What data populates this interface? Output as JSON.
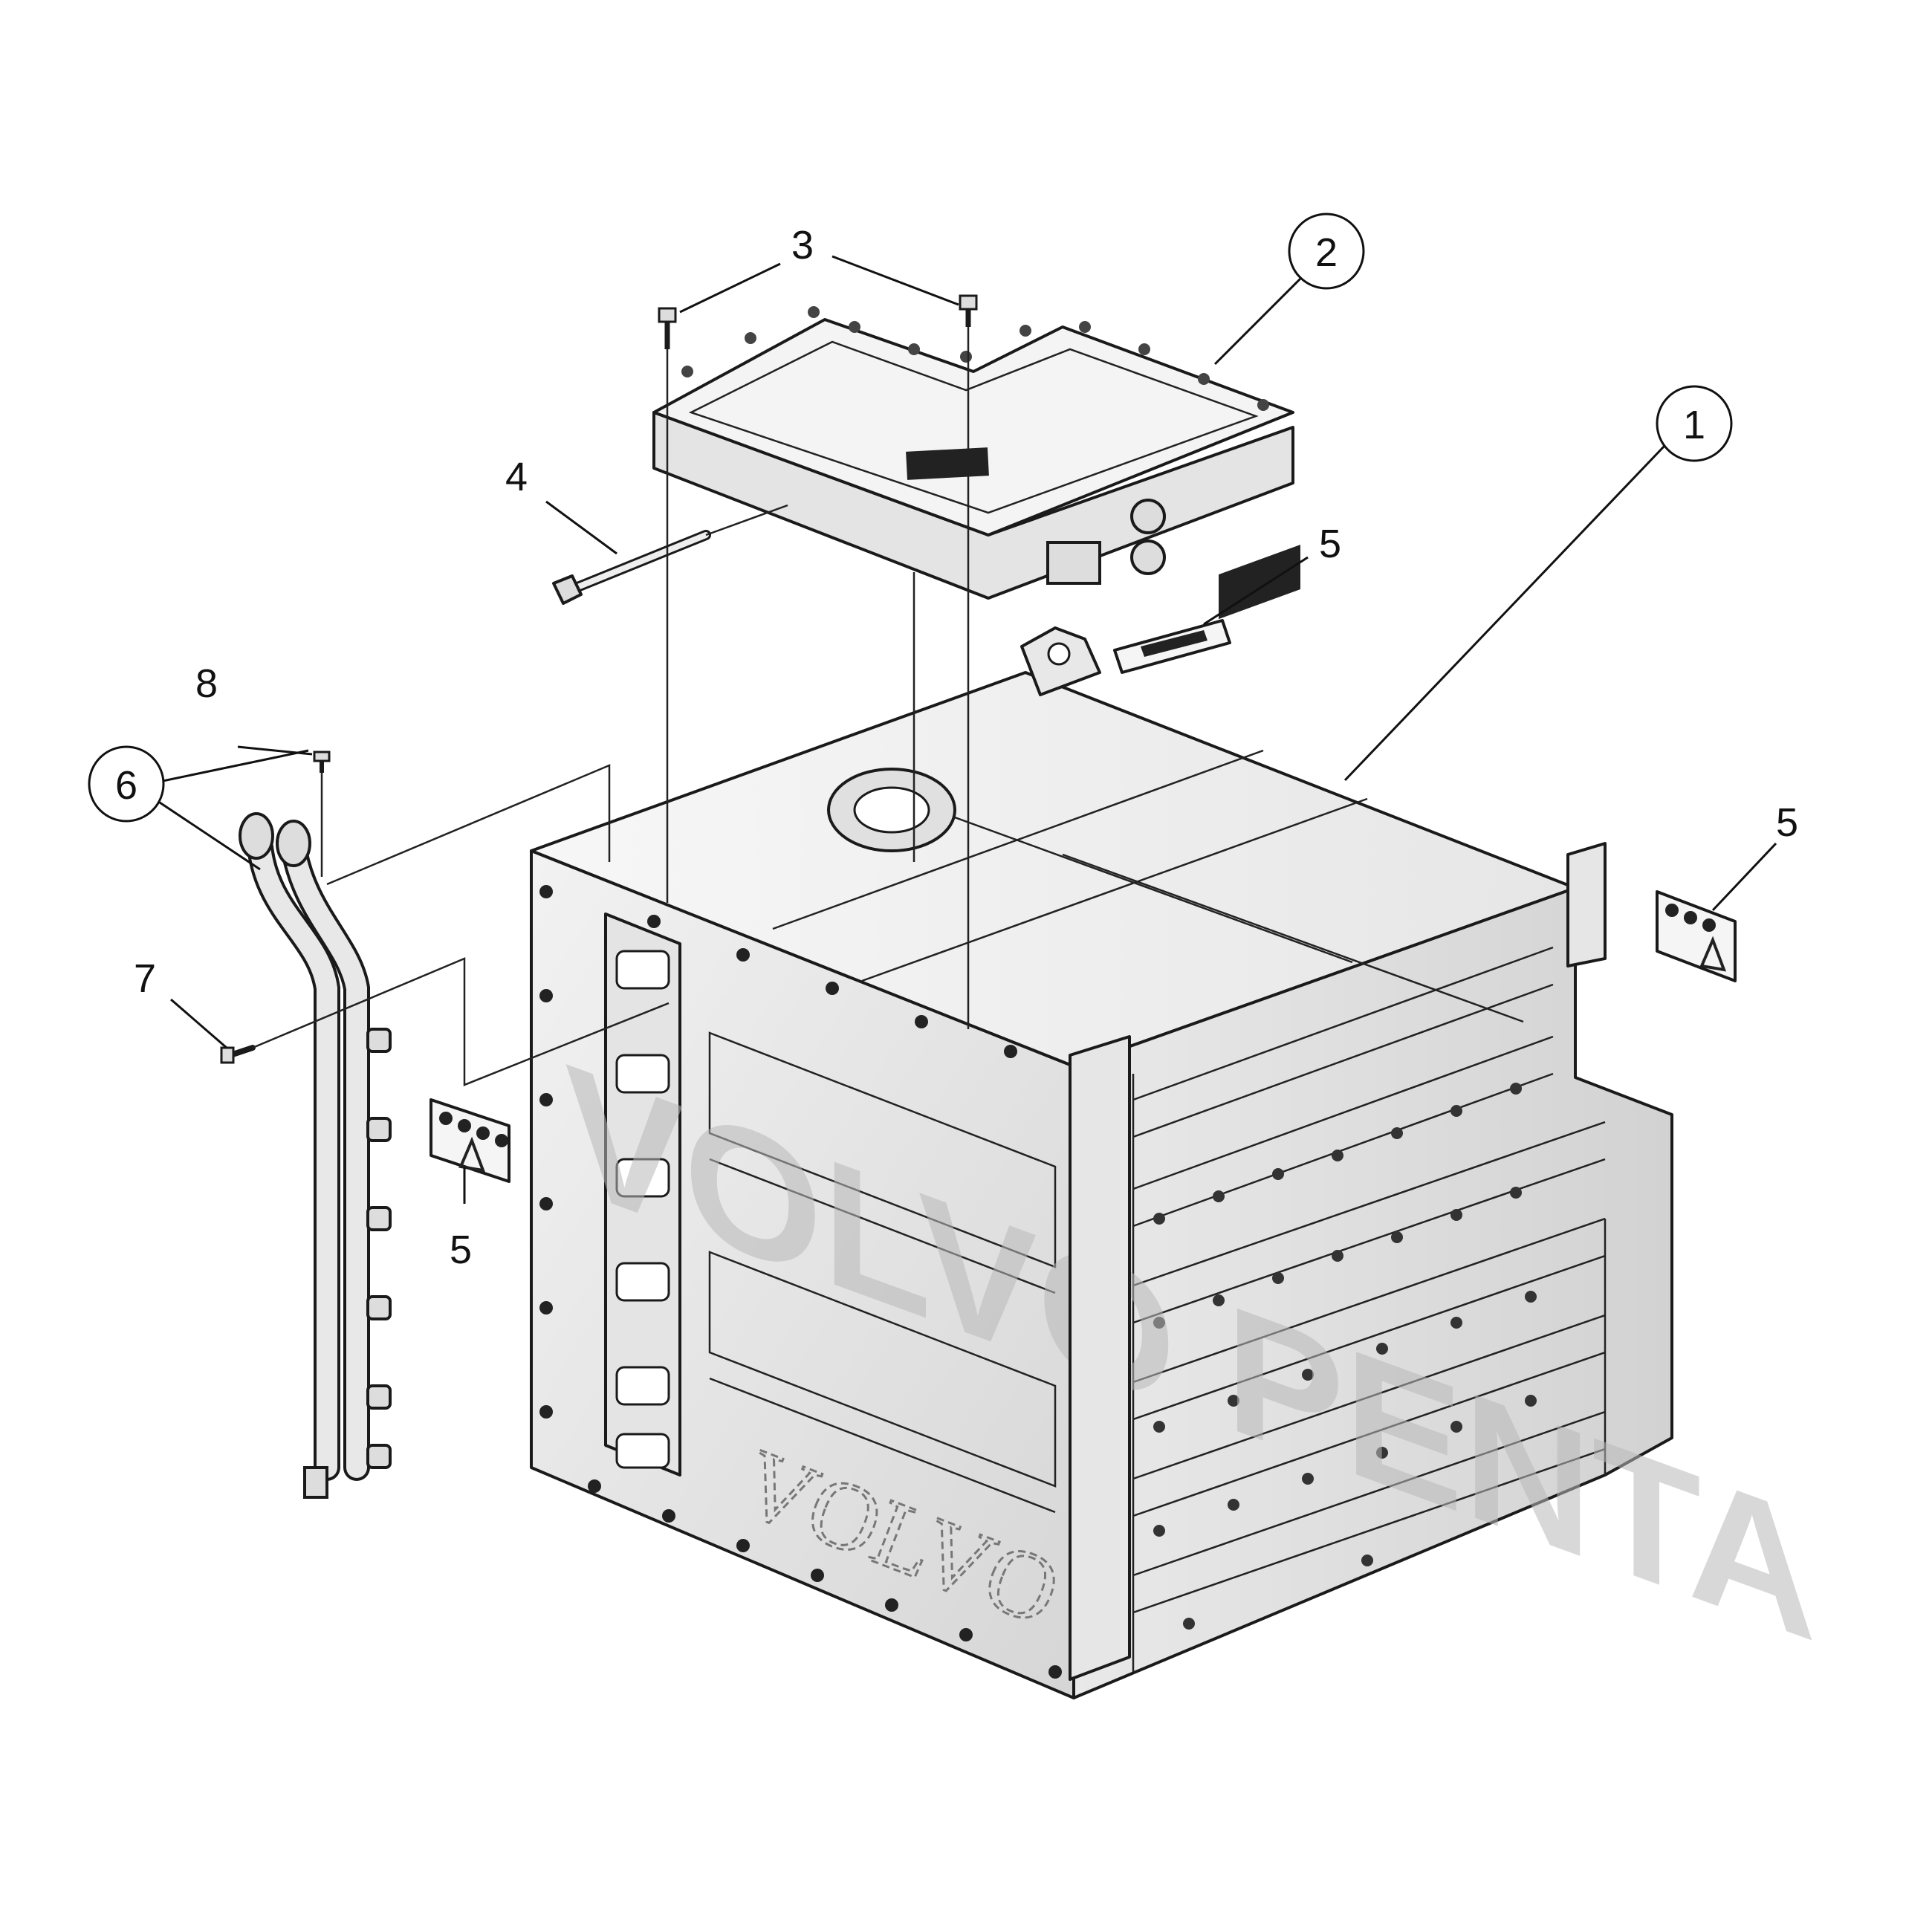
{
  "diagram": {
    "callouts": [
      {
        "id": "c1",
        "text": "1",
        "circled": true
      },
      {
        "id": "c2",
        "text": "2",
        "circled": true
      },
      {
        "id": "c3",
        "text": "3",
        "circled": false
      },
      {
        "id": "c4",
        "text": "4",
        "circled": false
      },
      {
        "id": "c5a",
        "text": "5",
        "circled": false
      },
      {
        "id": "c5b",
        "text": "5",
        "circled": false
      },
      {
        "id": "c5c",
        "text": "5",
        "circled": false
      },
      {
        "id": "c6",
        "text": "6",
        "circled": true
      },
      {
        "id": "c7",
        "text": "7",
        "circled": false
      },
      {
        "id": "c8",
        "text": "8",
        "circled": false
      }
    ],
    "watermark": "VOLVO PENTA",
    "housing_logo": "VOLVO"
  }
}
